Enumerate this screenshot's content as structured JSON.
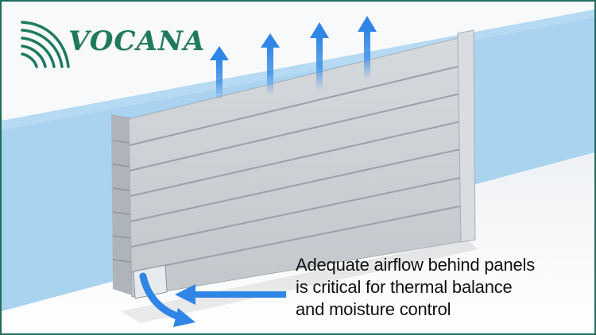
{
  "brand": {
    "name": "VOCANA",
    "logo_icon": "signal-waves-icon",
    "color": "#1f7a5c"
  },
  "caption": {
    "line1": "Adequate airflow behind panels",
    "line2": "is critical for thermal balance",
    "line3": "and moisture control"
  },
  "colors": {
    "wall_blue": "#a9d3ef",
    "panel_grey": "#c9ced3",
    "arrow_blue": "#2f86e6",
    "frame": "#1f6f5c"
  }
}
